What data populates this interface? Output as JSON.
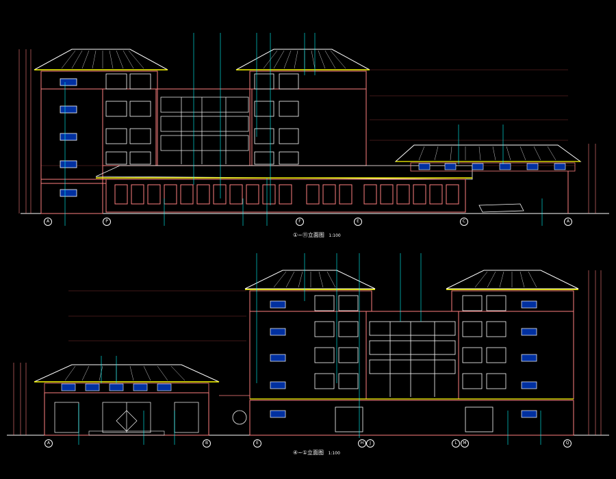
{
  "drawing": {
    "upper_view": {
      "title": "①~⑪立面图",
      "scale": "1:100",
      "grid_labels": [
        "A",
        "P",
        "F",
        "E",
        "C",
        "A"
      ]
    },
    "lower_view": {
      "title": "④~①立面图",
      "scale": "1:100",
      "grid_labels": [
        "A",
        "B",
        "E",
        "H",
        "J",
        "L",
        "M",
        "Q"
      ]
    }
  },
  "colors": {
    "background": "#000000",
    "wall_outline": "#ff8080",
    "roof": "#ffffff",
    "eave": "#ffff00",
    "leader": "#00ffff",
    "grid_line": "#ff4040",
    "window_blue": "#2060ff",
    "window_green": "#20ff40"
  }
}
